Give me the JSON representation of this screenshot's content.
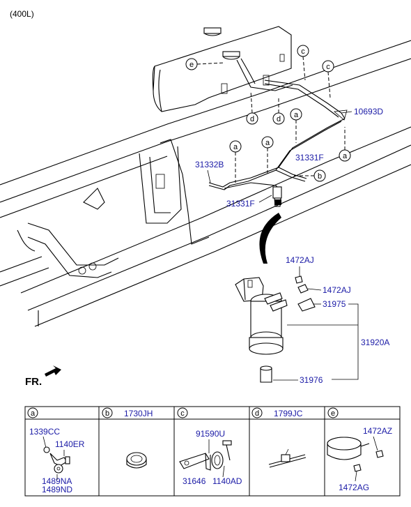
{
  "variant": "(400L)",
  "front_marker": "FR.",
  "callouts": {
    "c_top": "c",
    "c_right": "c",
    "e": "e",
    "d_left": "d",
    "d_mid": "d",
    "a1": "a",
    "a2": "a",
    "a3": "a",
    "a4": "a",
    "b": "b"
  },
  "parts": {
    "p10693D": "10693D",
    "p31331F_upper": "31331F",
    "p31332B": "31332B",
    "p31331F_lower": "31331F",
    "p1472AJ_top": "1472AJ",
    "p1472AJ_side": "1472AJ",
    "p31975": "31975",
    "p31920A": "31920A",
    "p31976": "31976"
  },
  "detail_table": {
    "a": {
      "letter": "a",
      "parts": [
        "1339CC",
        "1140ER",
        "1489NA",
        "1489ND"
      ]
    },
    "b": {
      "letter": "b",
      "part": "1730JH"
    },
    "c": {
      "letter": "c",
      "parts": [
        "91590U",
        "31646",
        "1140AD"
      ]
    },
    "d": {
      "letter": "d",
      "part": "1799JC"
    },
    "e": {
      "letter": "e",
      "parts": [
        "1472AZ",
        "1472AG"
      ]
    }
  }
}
